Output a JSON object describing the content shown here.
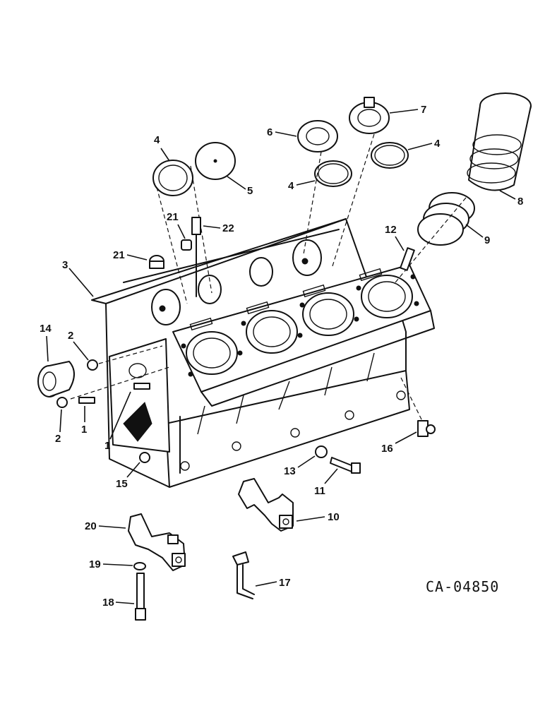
{
  "diagram": {
    "reference_code": "CA-04850",
    "callouts": [
      {
        "id": "c1a",
        "label": "1"
      },
      {
        "id": "c1b",
        "label": "1"
      },
      {
        "id": "c2a",
        "label": "2"
      },
      {
        "id": "c2b",
        "label": "2"
      },
      {
        "id": "c3",
        "label": "3"
      },
      {
        "id": "c4a",
        "label": "4"
      },
      {
        "id": "c4b",
        "label": "4"
      },
      {
        "id": "c4c",
        "label": "4"
      },
      {
        "id": "c5",
        "label": "5"
      },
      {
        "id": "c6",
        "label": "6"
      },
      {
        "id": "c7",
        "label": "7"
      },
      {
        "id": "c8",
        "label": "8"
      },
      {
        "id": "c9",
        "label": "9"
      },
      {
        "id": "c10",
        "label": "10"
      },
      {
        "id": "c11",
        "label": "11"
      },
      {
        "id": "c12",
        "label": "12"
      },
      {
        "id": "c13",
        "label": "13"
      },
      {
        "id": "c14",
        "label": "14"
      },
      {
        "id": "c15",
        "label": "15"
      },
      {
        "id": "c16",
        "label": "16"
      },
      {
        "id": "c17",
        "label": "17"
      },
      {
        "id": "c18",
        "label": "18"
      },
      {
        "id": "c19",
        "label": "19"
      },
      {
        "id": "c20",
        "label": "20"
      },
      {
        "id": "c21a",
        "label": "21"
      },
      {
        "id": "c21b",
        "label": "21"
      },
      {
        "id": "c22",
        "label": "22"
      }
    ]
  }
}
